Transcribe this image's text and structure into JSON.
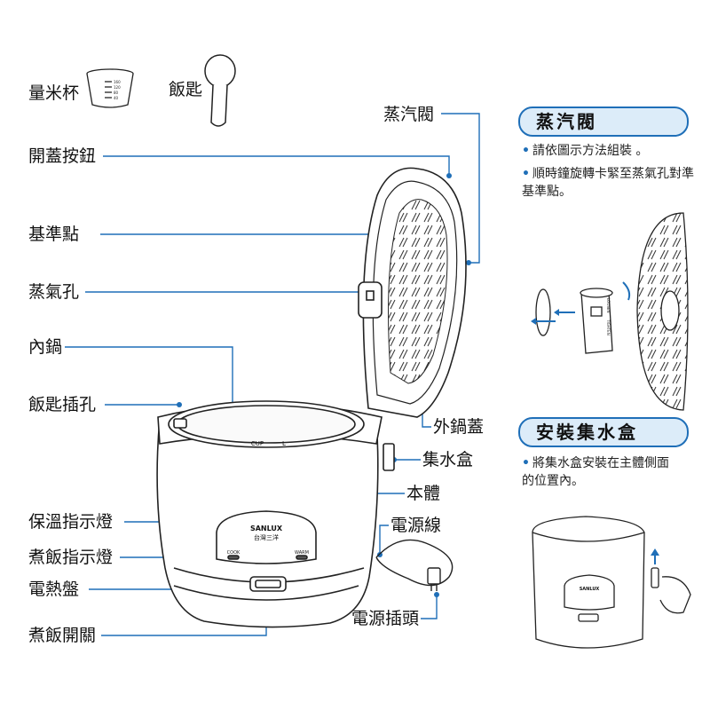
{
  "accessories": {
    "measuring_cup": "量米杯",
    "rice_spoon": "飯匙"
  },
  "labels": {
    "steam_valve": "蒸汽閥",
    "lid_button": "開蓋按鈕",
    "alignment_mark": "基準點",
    "steam_hole": "蒸氣孔",
    "inner_pot": "內鍋",
    "spoon_slot": "飯匙插孔",
    "outer_lid": "外鍋蓋",
    "water_box": "集水盒",
    "body": "本體",
    "power_cord": "電源線",
    "warm_light": "保溫指示燈",
    "cook_light": "煮飯指示燈",
    "heating_plate": "電熱盤",
    "power_plug": "電源插頭",
    "cook_switch": "煮飯開關"
  },
  "panel": {
    "brand": "SANLUX",
    "brand_cn": "台灣三洋",
    "cook": "COOK",
    "warm": "WARM",
    "pot_mark": "CUP",
    "pot_mark_l": "L",
    "cup_ticks": [
      "160",
      "120",
      "80",
      "40"
    ]
  },
  "steam_section": {
    "title": "蒸汽閥",
    "bullets": [
      "請依圖示方法組裝 。",
      "順時鐘旋轉卡緊至蒸氣孔對準基準點。"
    ],
    "valve_text": [
      "LOOSEN",
      "TIGHTEN"
    ]
  },
  "water_section": {
    "title": "安裝集水盒",
    "bullets": [
      "將集水盒安裝在主體側面的位置內。"
    ]
  },
  "colors": {
    "accent": "#1f6fb8",
    "pill_bg": "#dcecf9",
    "line": "#1f6fb8",
    "drawing": "#222222"
  }
}
